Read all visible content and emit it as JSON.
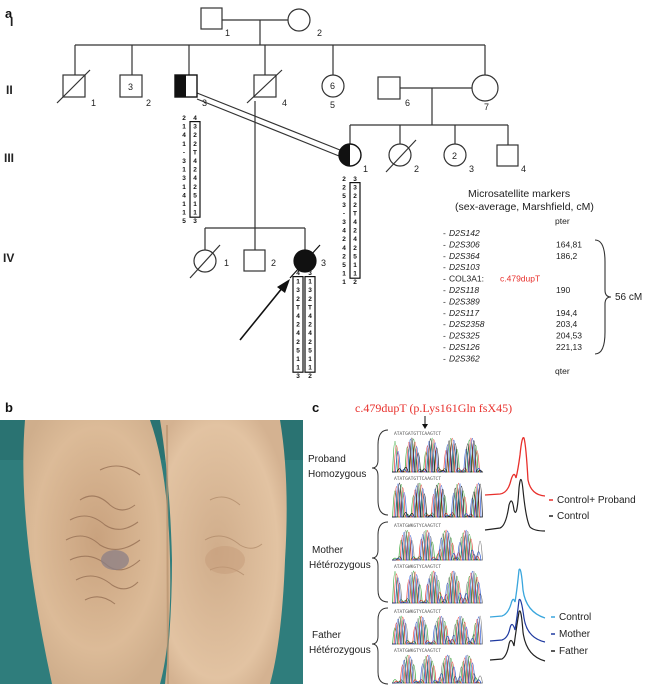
{
  "panel_labels": {
    "a": "a",
    "b": "b",
    "c": "c"
  },
  "generations": [
    "I",
    "II",
    "III",
    "IV"
  ],
  "individual_numbers": {
    "I": [
      "1",
      "2"
    ],
    "II": [
      "1",
      "2",
      "3",
      "4",
      "5",
      "6",
      "7"
    ],
    "III": [
      "1",
      "2",
      "3",
      "4"
    ],
    "IV": [
      "1",
      "2",
      "3"
    ]
  },
  "sibship_counts": {
    "II2": "3",
    "II5": "6",
    "III3": "2"
  },
  "haplotypes": {
    "II3": {
      "left": [
        "2",
        "1",
        "4",
        "1",
        "-",
        "3",
        "1",
        "3",
        "1",
        "4",
        "1",
        "1",
        "5"
      ],
      "right": [
        "4",
        "3",
        "2",
        "2",
        "T",
        "4",
        "2",
        "4",
        "2",
        "5",
        "1",
        "1",
        "3"
      ]
    },
    "III1": {
      "left": [
        "2",
        "2",
        "5",
        "3",
        "-",
        "3",
        "4",
        "2",
        "4",
        "2",
        "5",
        "1",
        "1"
      ],
      "right": [
        "3",
        "3",
        "2",
        "2",
        "T",
        "4",
        "2",
        "4",
        "2",
        "5",
        "1",
        "1",
        "2"
      ]
    },
    "IV3": {
      "left": [
        "4",
        "1",
        "3",
        "2",
        "T",
        "4",
        "2",
        "4",
        "2",
        "5",
        "1",
        "1",
        "3"
      ],
      "right": [
        "3",
        "1",
        "3",
        "2",
        "T",
        "4",
        "2",
        "4",
        "2",
        "5",
        "1",
        "1",
        "2"
      ]
    }
  },
  "markers": {
    "title_line1": "Microsatellite markers",
    "title_line2": "(sex-average, Marshfield, cM)",
    "pter": "pter",
    "qter": "qter",
    "rows": [
      {
        "name": "D2S142",
        "cm": ""
      },
      {
        "name": "D2S306",
        "cm": "164,81"
      },
      {
        "name": "D2S364",
        "cm": "186,2"
      },
      {
        "name": "D2S103",
        "cm": ""
      },
      {
        "name": "COL3A1:",
        "cm": "",
        "note": "c.479dupT"
      },
      {
        "name": "D2S118",
        "cm": "190"
      },
      {
        "name": "D2S389",
        "cm": ""
      },
      {
        "name": "D2S117",
        "cm": "194,4"
      },
      {
        "name": "D2S2358",
        "cm": "203,4"
      },
      {
        "name": "D2S325",
        "cm": "204,53"
      },
      {
        "name": "D2S126",
        "cm": "221,13"
      },
      {
        "name": "D2S362",
        "cm": ""
      }
    ],
    "interval": "56 cM"
  },
  "mutation_title": "c.479dupT (p.Lys161Gln fsX45)",
  "sequence_groups": [
    {
      "line1": "Proband",
      "line2": "Homozygous"
    },
    {
      "line1": "Mother",
      "line2": "Hétérozygous"
    },
    {
      "line1": "Father",
      "line2": "Hétérozygous"
    }
  ],
  "seq_text": {
    "top1": "ATATGATGTTCAAGTCT",
    "top2": "ATATGATGTTCAAGTCT",
    "mother": "ATATGWKGTYCAAGTCT",
    "father": "ATATGWKGTYCAAGTCT"
  },
  "peak_legend_top": [
    {
      "label": "Control+ Proband",
      "color": "#e8302c"
    },
    {
      "label": "Control",
      "color": "#222222"
    }
  ],
  "peak_legend_bottom": [
    {
      "label": "Control",
      "color": "#3aa6dd"
    },
    {
      "label": "Mother",
      "color": "#1f3aa0"
    },
    {
      "label": "Father",
      "color": "#222222"
    }
  ],
  "colors": {
    "pedigree": "#333333",
    "affected": "#111111",
    "mutation": "#e8302c",
    "photo_bg": "#2f7d7c",
    "skin": "#d8b795"
  }
}
